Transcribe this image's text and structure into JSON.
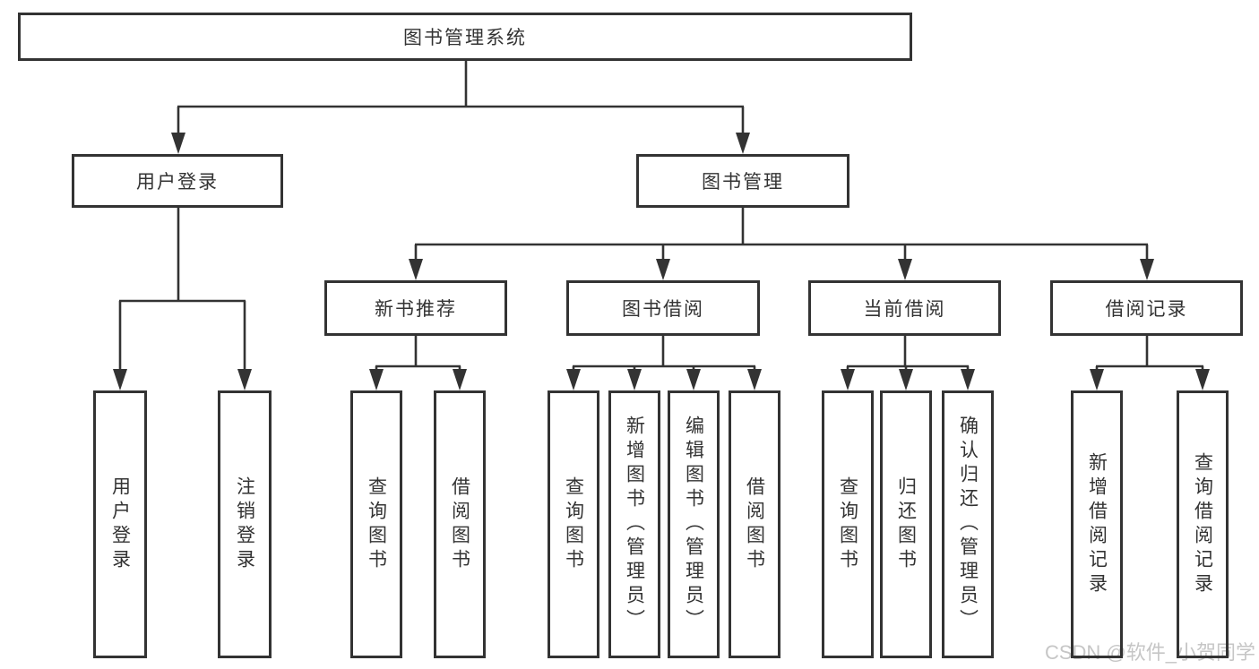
{
  "diagram_title": "图书管理系统",
  "nodes": {
    "root": "图书管理系统",
    "user_login": "用户登录",
    "book_management": "图书管理",
    "new_book_recommendation": "新书推荐",
    "book_borrowing": "图书借阅",
    "current_borrowing": "当前借阅",
    "borrowing_records": "借阅记录",
    "leaf_user_login": "用户登录",
    "leaf_logout": "注销登录",
    "leaf_rec_query_books": "查询图书",
    "leaf_rec_borrow_books": "借阅图书",
    "leaf_bb_query_books": "查询图书",
    "leaf_bb_add_books_admin": "新增图书（管理员）",
    "leaf_bb_edit_books_admin": "编辑图书（管理员）",
    "leaf_bb_borrow_books": "借阅图书",
    "leaf_cb_query_books": "查询图书",
    "leaf_cb_return_books": "归还图书",
    "leaf_cb_confirm_return_admin": "确认归还（管理员）",
    "leaf_br_add_borrow_record": "新增借阅记录",
    "leaf_br_query_borrow_record": "查询借阅记录"
  },
  "watermark": "CSDN @软件_小贺同学",
  "colors": {
    "line": "#333333",
    "text": "#333333",
    "watermark": "#c6c6c6",
    "background": "#ffffff"
  }
}
